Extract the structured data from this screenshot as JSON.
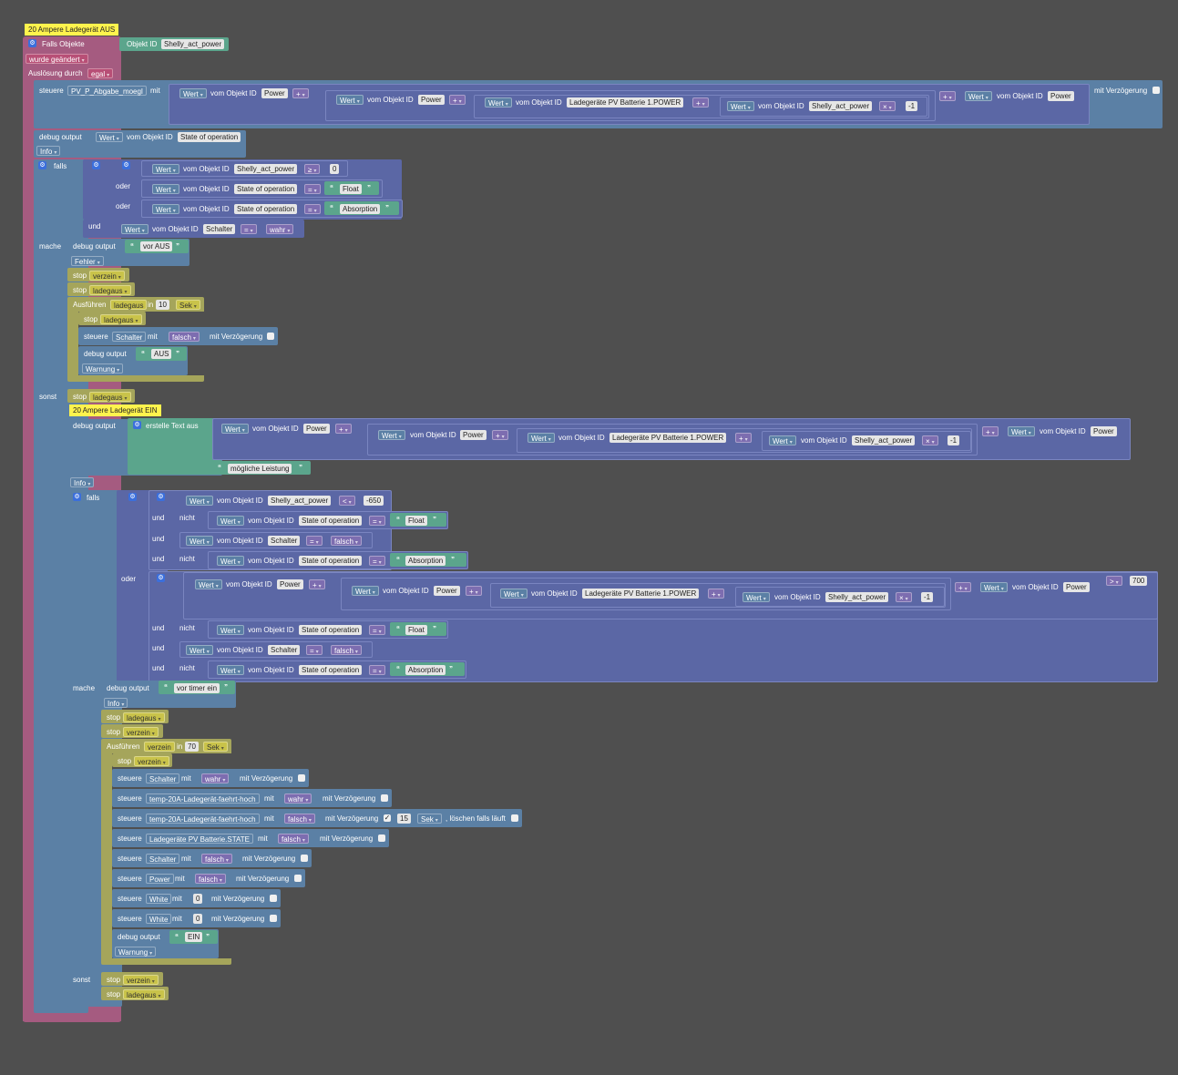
{
  "notes": {
    "aus": "20 Ampere Ladegerät AUS",
    "ein": "20 Ampere Ladegerät EIN"
  },
  "trigger": {
    "label": "Falls Objekte",
    "objekt_id_label": "Objekt ID",
    "object": "Shelly_act_power",
    "change": "wurde geändert",
    "ausloesung_label": "Auslösung durch",
    "ausloesung_value": "egal"
  },
  "kw": {
    "steuere": "steuere",
    "mit": "mit",
    "mit_verzoegerung": "mit Verzögerung",
    "debug_output": "debug output",
    "wert": "Wert",
    "vom_objekt_id": "vom Objekt ID",
    "falls": "falls",
    "oder": "oder",
    "und": "und",
    "nicht": "nicht",
    "mache": "mache",
    "sonst": "sonst",
    "stop": "stop",
    "ausfuehren": "Ausführen",
    "in": "in",
    "erstelle_text": "erstelle Text aus",
    "loeschen": ", löschen falls läuft"
  },
  "ops": {
    "plus": "+",
    "times": "×",
    "ge": "≥",
    "eq": "=",
    "lt": "<",
    "gt": ">"
  },
  "objects": {
    "pv_abgabe": "PV_P_Abgabe_moegl",
    "power": "Power",
    "ladegeraete_power": "Ladegeräte PV Batterie 1.POWER",
    "shelly": "Shelly_act_power",
    "state": "State of operation",
    "schalter": "Schalter",
    "temp_hoch": "temp-20A-Ladegerät-faehrt-hoch",
    "ladegeraete_state": "Ladegeräte PV Batterie.STATE",
    "white": "White"
  },
  "values": {
    "neg_one": "-1",
    "zero": "0",
    "float": "Float",
    "absorption": "Absorption",
    "wahr": "wahr",
    "falsch": "falsch",
    "vor_aus": "vor AUS",
    "aus": "AUS",
    "neg650": "-650",
    "v700": "700",
    "vor_timer_ein": "vor timer ein",
    "ein": "EIN",
    "moegliche_leistung": "mögliche Leistung",
    "ten": "10",
    "seventy": "70",
    "fifteen": "15",
    "sek": "Sek"
  },
  "levels": {
    "info": "Info",
    "fehler": "Fehler",
    "warnung": "Warnung"
  },
  "timers": {
    "verzein": "verzein",
    "ladegaus": "ladegaus"
  },
  "colors": {
    "canvas": "#4f4f4f",
    "event": "#a55b80",
    "control": "#5b80a5",
    "logic": "#5b67a5",
    "math": "#5b67a5",
    "text": "#5ba58c",
    "timer": "#a5a55b",
    "note": "#fff34d"
  }
}
